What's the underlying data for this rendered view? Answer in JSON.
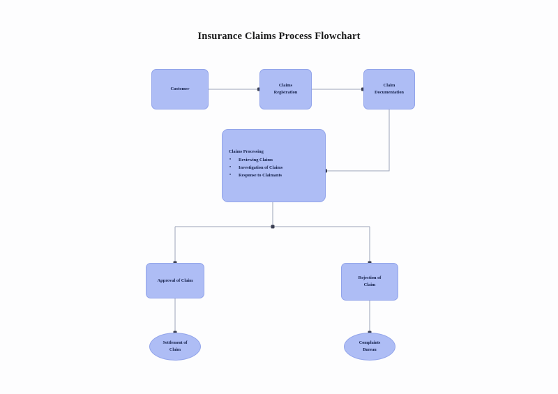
{
  "diagram": {
    "title": "Insurance Claims Process Flowchart",
    "theme": {
      "node_fill": "#aebdf5",
      "node_border": "#92a4ea",
      "text_color": "#14204a",
      "connector_color": "#9aa3b8",
      "background": "#fdfdfe"
    },
    "nodes": {
      "customer": {
        "label": "Customer",
        "shape": "rounded-rect"
      },
      "claims_registration": {
        "label": "Claims\nRegistration",
        "shape": "rounded-rect"
      },
      "claim_documentation": {
        "label": "Claim\nDocumentation",
        "shape": "rounded-rect"
      },
      "claims_processing": {
        "heading": "Claims Processing",
        "shape": "rounded-rect",
        "bullet_glyph": "•",
        "items": [
          "Reviewing Claims",
          "Investigation of Claims",
          "Response to Claimants"
        ]
      },
      "approval_of_claim": {
        "label": "Approval of Claim",
        "shape": "rounded-rect"
      },
      "rejection_of_claim": {
        "label": "Rejection of\nClaim",
        "shape": "rounded-rect"
      },
      "settlement_of_claim": {
        "label": "Settlement of\nClaim",
        "shape": "ellipse"
      },
      "complaints_bureau": {
        "label": "Complaints\nBureau",
        "shape": "ellipse"
      }
    }
  }
}
